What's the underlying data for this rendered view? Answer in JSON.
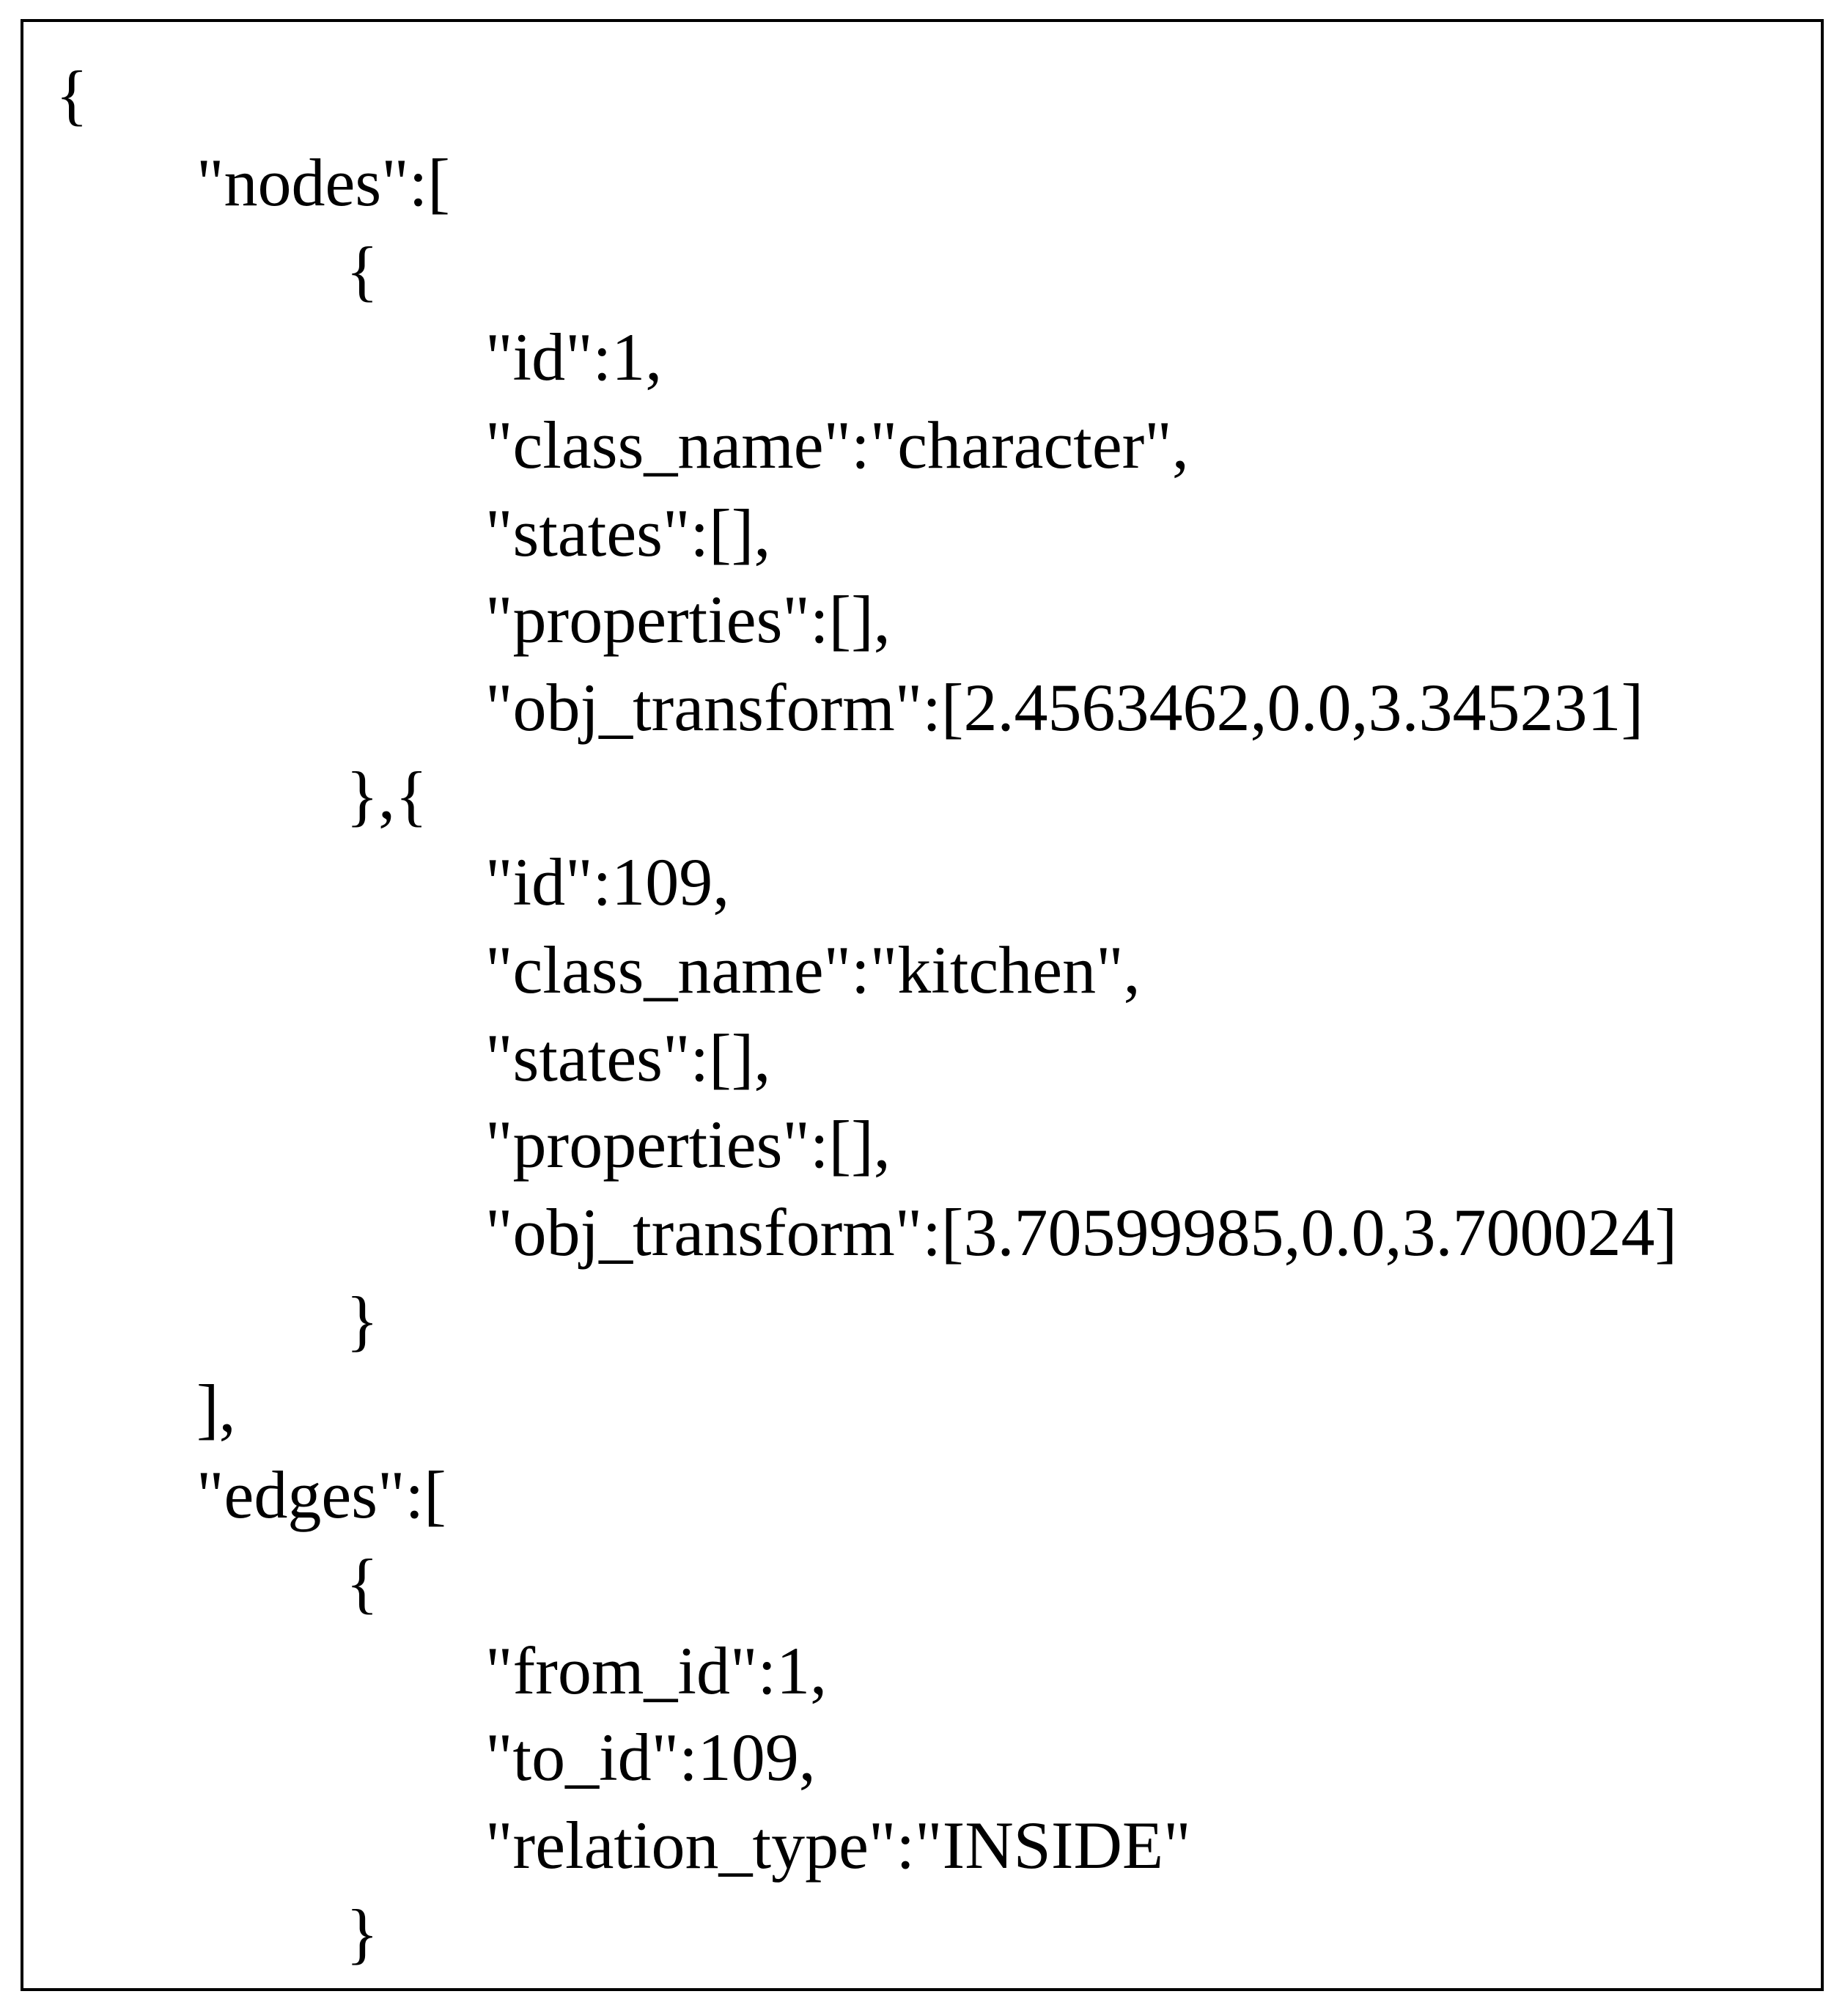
{
  "document": {
    "lines": [
      "{",
      "\"nodes\":[",
      "{",
      "\"id\":1,",
      "\"class_name\":\"character\",",
      "\"states\":[],",
      "\"properties\":[],",
      "\"obj_transform\":[2.4563462,0.0,3.345231]",
      "},{",
      "\"id\":109,",
      "\"class_name\":\"kitchen\",",
      "\"states\":[],",
      "\"properties\":[],",
      "\"obj_transform\":[3.70599985,0.0,3.700024]",
      "}",
      "],",
      "\"edges\":[",
      "{",
      "\"from_id\":1,",
      "\"to_id\":109,",
      "\"relation_type\":\"INSIDE\"",
      "}"
    ]
  }
}
